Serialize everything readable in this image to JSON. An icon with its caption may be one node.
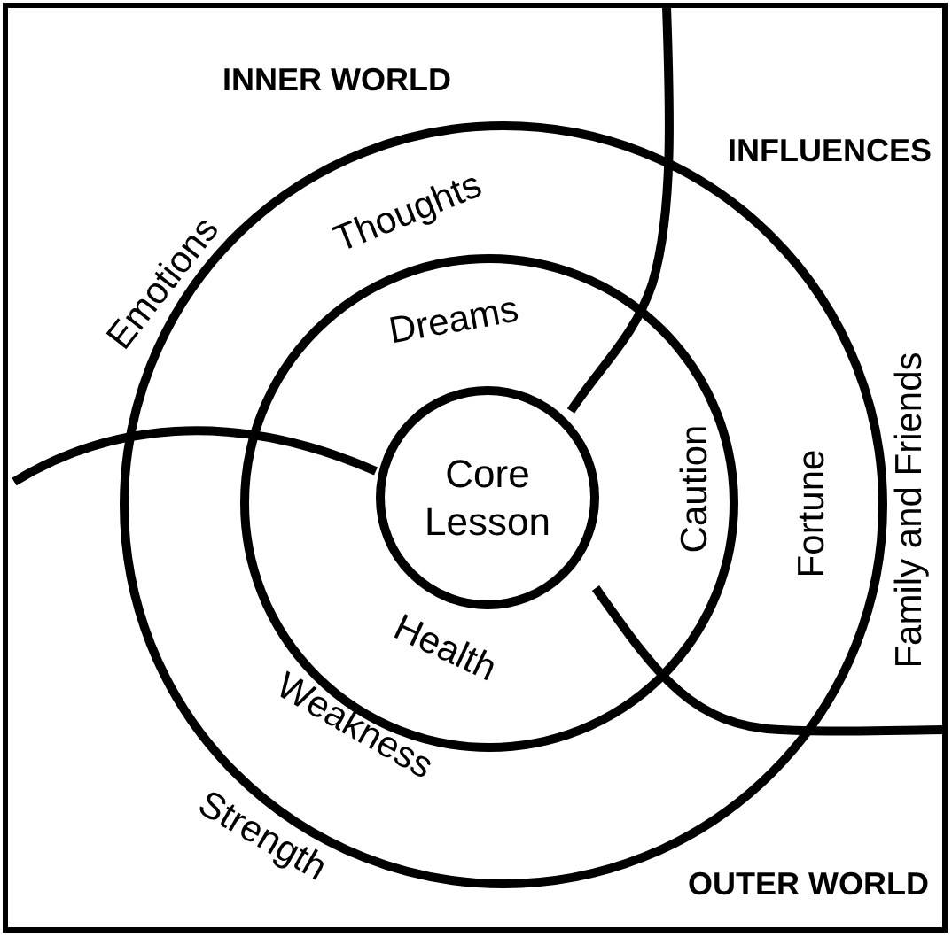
{
  "diagram": {
    "nodes": [
      {
        "text": [
          "Core Lesson"
        ]
      }
    ],
    "labels": [
      "INNER WORLD",
      "INFLUENCES",
      "Emotions",
      "Thoughts",
      "Dreams",
      "Caution",
      "Fortune",
      "Family and Friends",
      "Health",
      "Weakness",
      "Strength",
      "OUTER WORLD"
    ]
  }
}
